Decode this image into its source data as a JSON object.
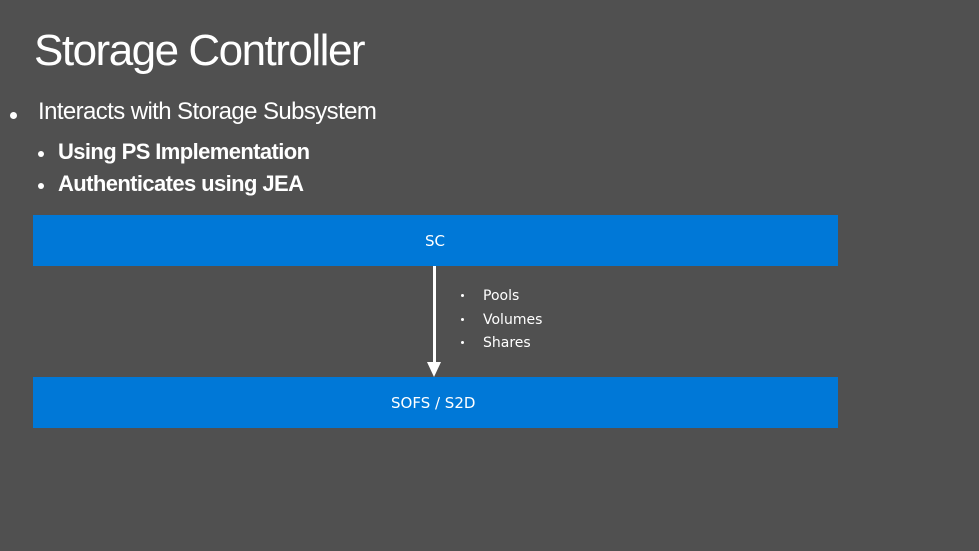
{
  "slide": {
    "title": "Storage Controller",
    "bullets": [
      {
        "text": "Interacts with Storage Subsystem",
        "children": [
          "Using PS Implementation",
          "Authenticates using JEA"
        ]
      }
    ]
  },
  "diagram": {
    "top_box": "SC",
    "bottom_box": "SOFS / S2D",
    "arrow_items": [
      "Pools",
      "Volumes",
      "Shares"
    ],
    "colors": {
      "background": "#505050",
      "box_fill": "#0078d7",
      "text": "#ffffff"
    }
  }
}
